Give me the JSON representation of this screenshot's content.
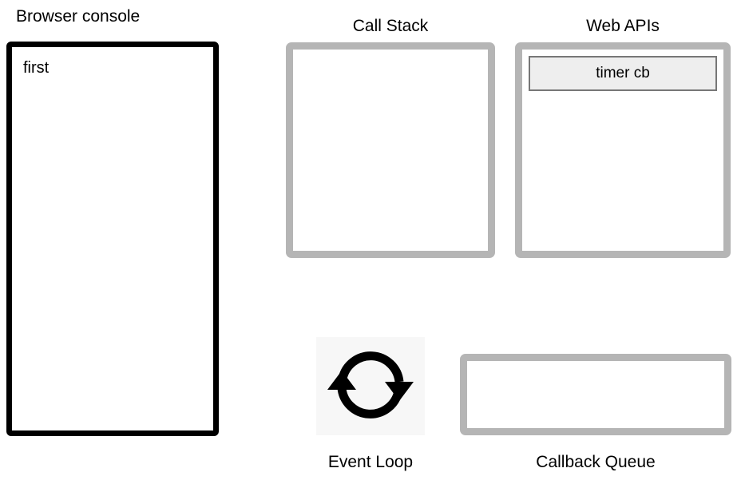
{
  "console": {
    "title": "Browser console",
    "lines": [
      "first"
    ]
  },
  "call_stack": {
    "title": "Call Stack",
    "items": []
  },
  "web_apis": {
    "title": "Web APIs",
    "items": [
      "timer cb"
    ]
  },
  "event_loop": {
    "title": "Event Loop",
    "icon": "cycle-arrows-icon"
  },
  "callback_queue": {
    "title": "Callback Queue",
    "items": []
  },
  "colors": {
    "console_border": "#000000",
    "panel_border": "#b5b5b5",
    "chip_fill": "#eeeeee",
    "chip_border": "#777777",
    "icon_background": "#f7f7f7",
    "text": "#000000",
    "page_background": "#ffffff"
  }
}
